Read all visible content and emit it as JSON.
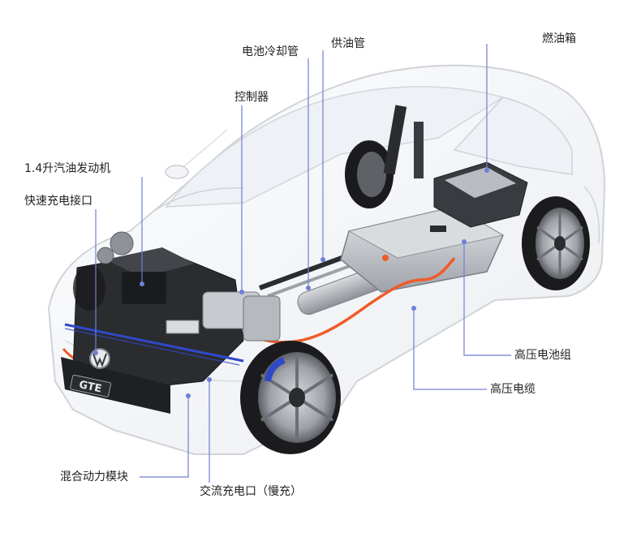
{
  "diagram": {
    "labels": {
      "fuel_tank": "燃油箱",
      "battery_cooling_pipe": "电池冷却管",
      "fuel_supply_pipe": "供油管",
      "controller": "控制器",
      "engine": "1.4升汽油发动机",
      "fast_charge_port": "快速充电接口",
      "hv_battery_pack": "高压电池组",
      "hv_cable": "高压电缆",
      "hybrid_module": "混合动力模块",
      "ac_charge_port": "交流充电口（慢充）"
    },
    "badge": "GTE",
    "colors": {
      "leader_line": "#6f7fd6",
      "hv_cable": "#f05a28",
      "body_outline": "#c9ccd2",
      "body_glass": "#eef1f5",
      "battery": "#c7cacf",
      "engine": "#2b2c30",
      "brake": "#2f49c9",
      "wheel": "#1b1b1d"
    }
  }
}
